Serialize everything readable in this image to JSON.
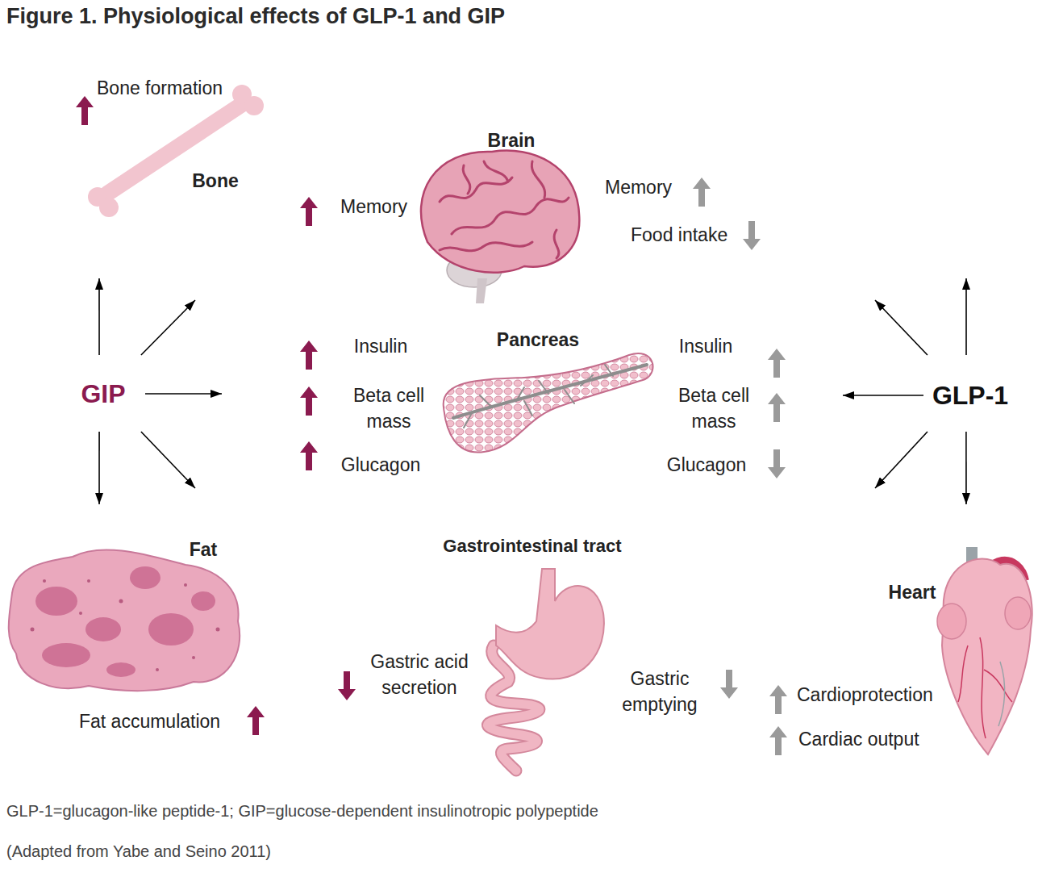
{
  "diagram": {
    "title": "Figure 1. Physiological effects of GLP-1 and GIP",
    "caption": "GLP-1=glucagon-like peptide-1; GIP=glucose-dependent insulinotropic polypeptide",
    "nodes": [
      {
        "text": [
          "Bone"
        ]
      },
      {
        "text": [
          "Brain"
        ]
      },
      {
        "text": [
          "GIP"
        ]
      },
      {
        "text": [
          "Pancreas"
        ]
      },
      {
        "text": [
          "GLP-1"
        ]
      },
      {
        "text": [
          "Fat"
        ]
      },
      {
        "text": [
          "Gastrointestinal tract"
        ]
      },
      {
        "text": [
          "Heart"
        ]
      }
    ],
    "edges": [
      {
        "from": 2,
        "to": 0,
        "arrow": "to"
      },
      {
        "from": 2,
        "to": 1,
        "arrow": "to"
      },
      {
        "from": 2,
        "to": 3,
        "arrow": "to"
      },
      {
        "from": 2,
        "to": 5,
        "arrow": "to"
      },
      {
        "from": 2,
        "to": 6,
        "arrow": "to"
      },
      {
        "from": 4,
        "to": 1,
        "arrow": "to"
      },
      {
        "from": 4,
        "to": 3,
        "arrow": "to"
      },
      {
        "from": 4,
        "to": 6,
        "arrow": "to"
      },
      {
        "from": 4,
        "to": 7,
        "arrow": "to"
      }
    ],
    "labels": [
      "Bone formation",
      "Memory",
      "Memory",
      "Food intake",
      "Insulin",
      "Beta cell mass",
      "Glucagon",
      "Insulin",
      "Beta cell mass",
      "Glucagon",
      "Gastric acid secretion",
      "Gastric emptying",
      "Cardioprotection",
      "Cardiac output",
      "Fat accumulation",
      "(Adapted from Yabe and Seino 2011)"
    ]
  }
}
